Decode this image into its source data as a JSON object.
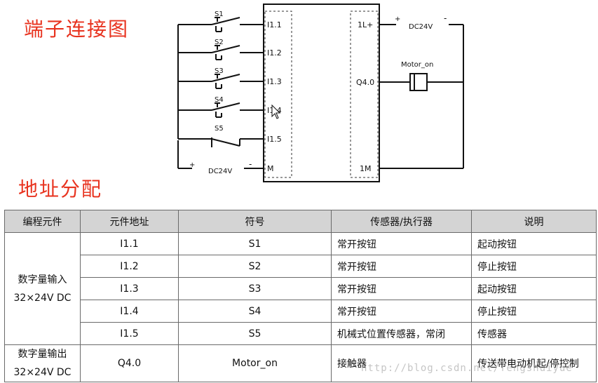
{
  "titles": {
    "wiring": "端子连接图",
    "address": "地址分配"
  },
  "diagram": {
    "switches": [
      {
        "id": "S1",
        "terminal": "I1.1",
        "type": "no"
      },
      {
        "id": "S2",
        "terminal": "I1.2",
        "type": "no"
      },
      {
        "id": "S3",
        "terminal": "I1.3",
        "type": "no"
      },
      {
        "id": "S4",
        "terminal": "I1.4",
        "type": "no"
      },
      {
        "id": "S5",
        "terminal": "I1.5",
        "type": "nc"
      }
    ],
    "input_common": "M",
    "input_supply": {
      "label": "DC24V",
      "plus": "+",
      "minus": "-"
    },
    "output_supply_terminal": "1L+",
    "output_supply": {
      "label": "DC24V",
      "plus": "+",
      "minus": "-"
    },
    "output_terminal": "Q4.0",
    "output_common": "1M",
    "coil_label": "Motor_on"
  },
  "table": {
    "headers": [
      "编程元件",
      "元件地址",
      "符号",
      "传感器/执行器",
      "说明"
    ],
    "groups": [
      {
        "label_lines": [
          "数字量输入",
          "32×24V DC"
        ],
        "rows": [
          [
            "I1.1",
            "S1",
            "常开按钮",
            "起动按钮"
          ],
          [
            "I1.2",
            "S2",
            "常开按钮",
            "停止按钮"
          ],
          [
            "I1.3",
            "S3",
            "常开按钮",
            "起动按钮"
          ],
          [
            "I1.4",
            "S4",
            "常开按钮",
            "停止按钮"
          ],
          [
            "I1.5",
            "S5",
            "机械式位置传感器，常闭",
            "传感器"
          ]
        ]
      },
      {
        "label_lines": [
          "数字量输出",
          "32×24V DC"
        ],
        "rows": [
          [
            "Q4.0",
            "Motor_on",
            "接触器",
            "传送带电动机起/停控制"
          ]
        ]
      }
    ]
  },
  "watermark": "http://blog.csdn.net/fengshuiyue"
}
